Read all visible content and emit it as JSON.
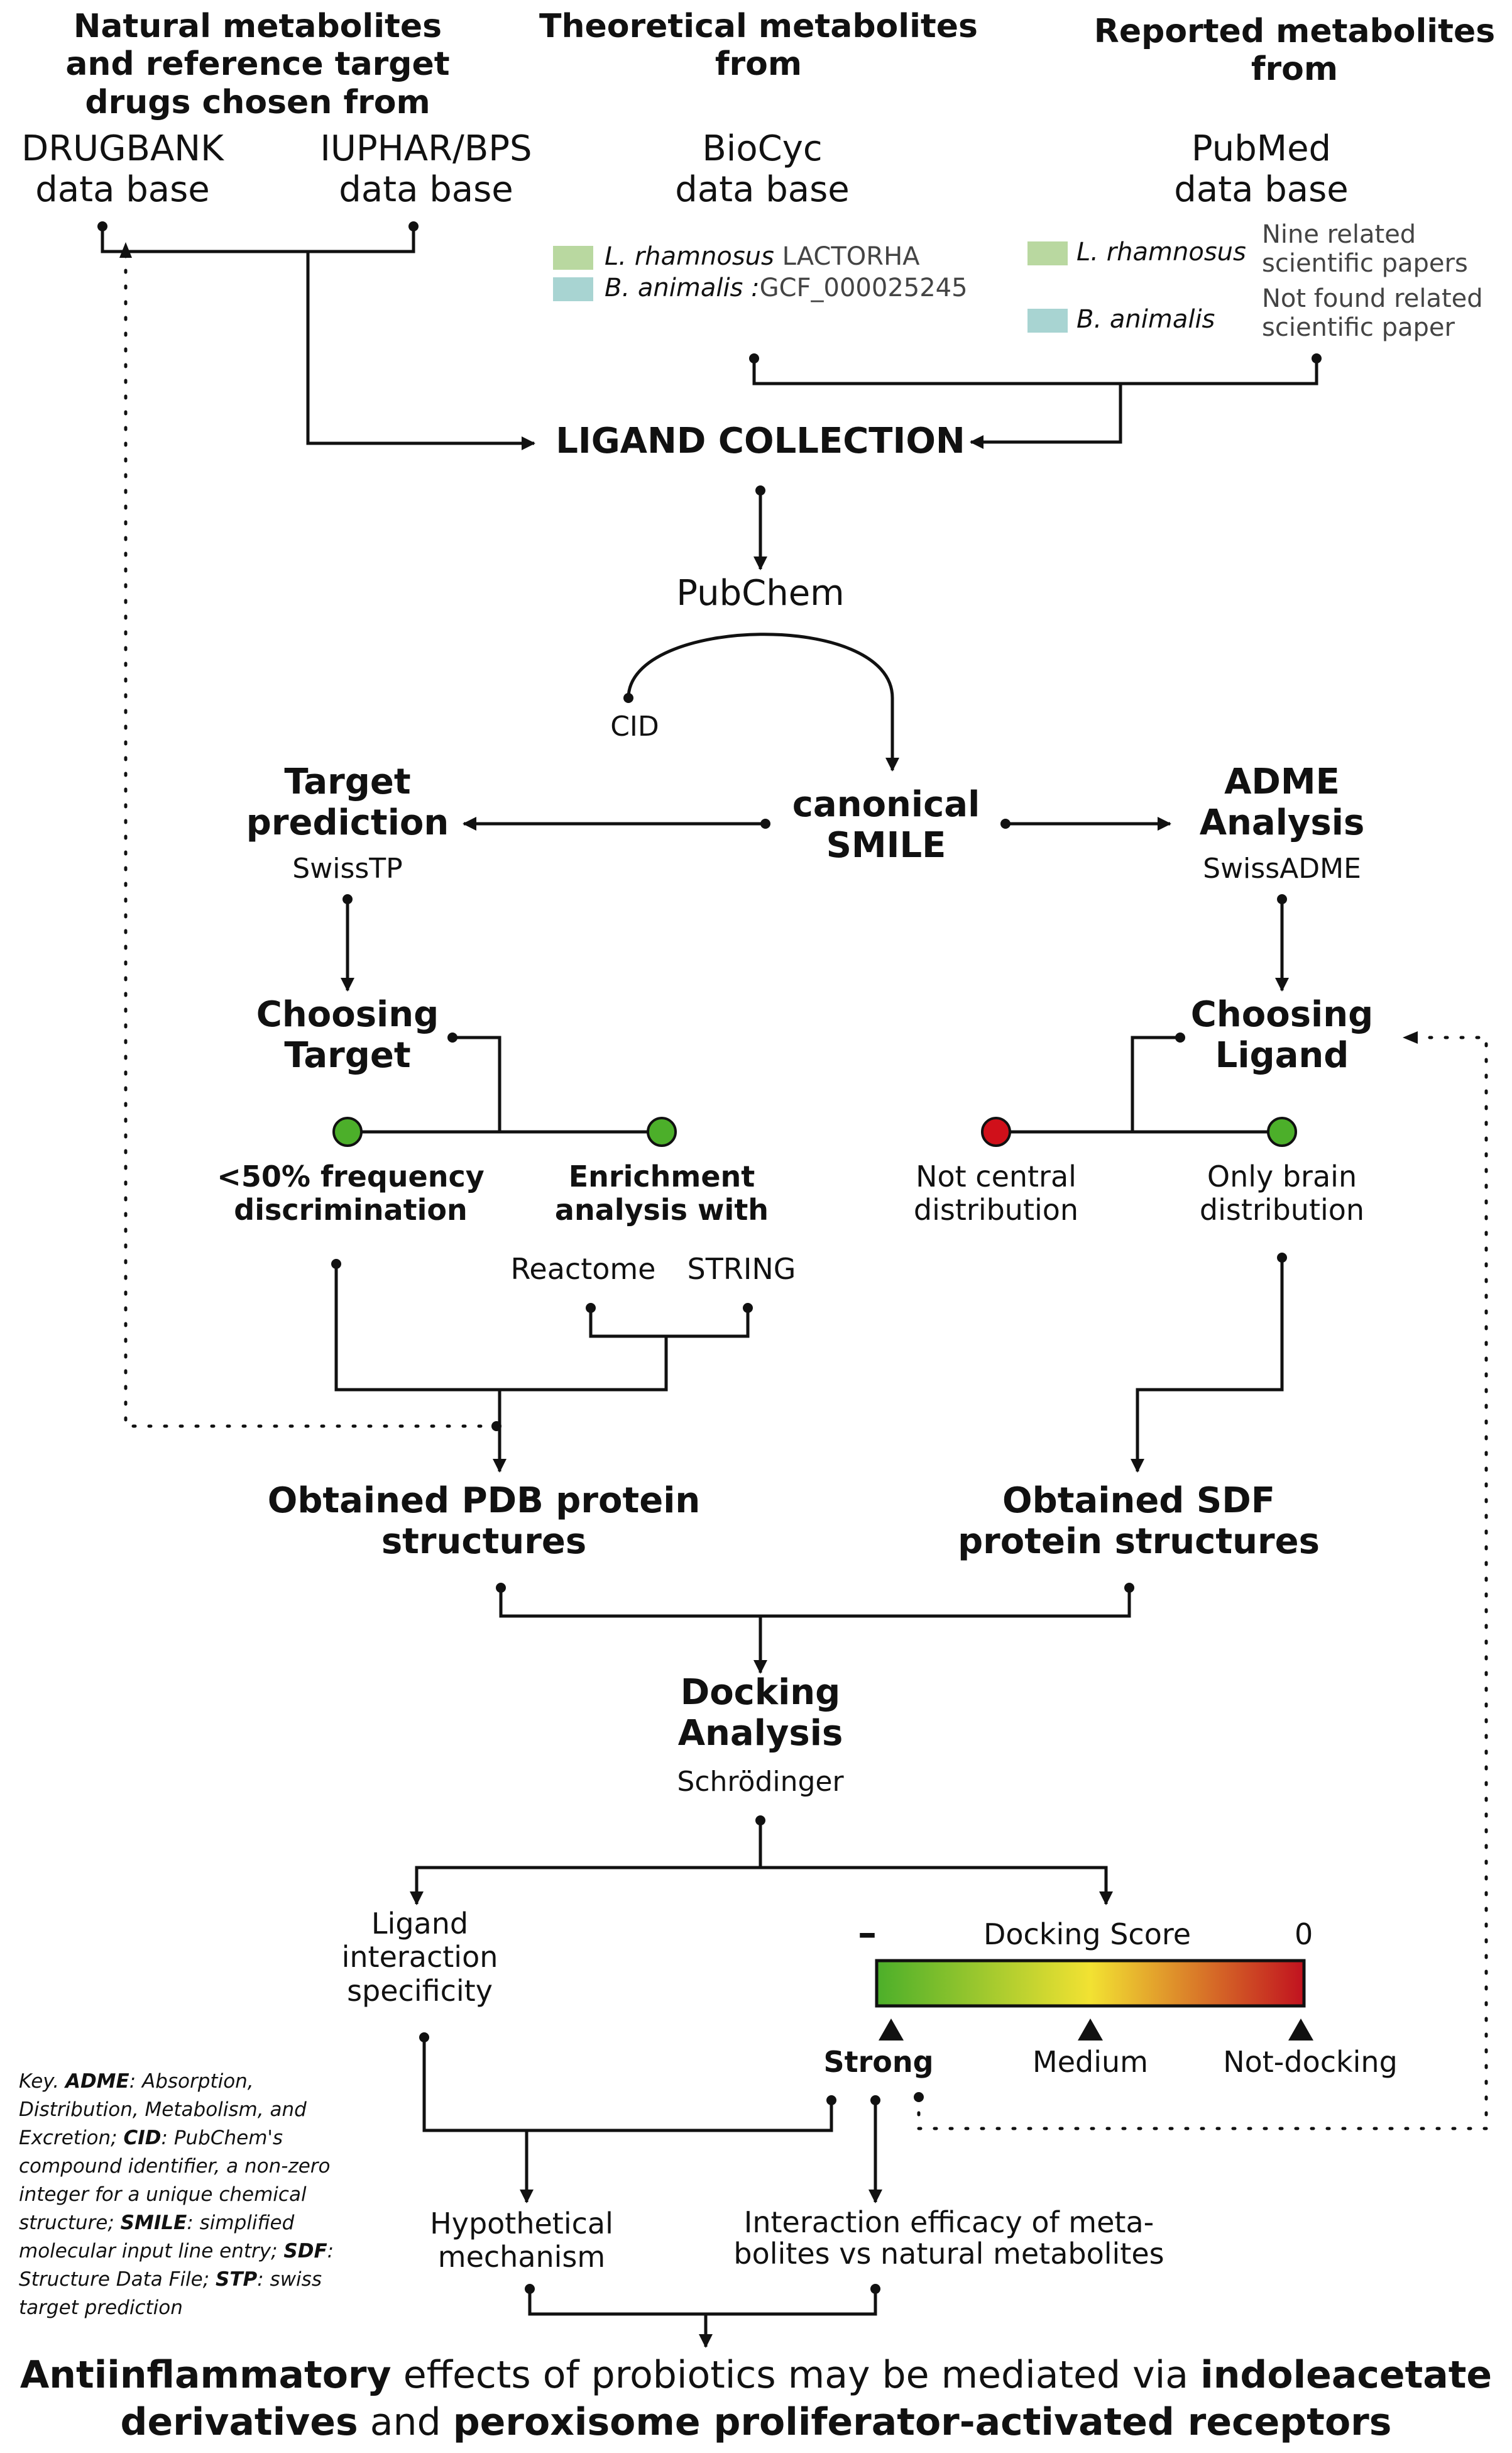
{
  "sources": {
    "natural": {
      "heading_lines": [
        "Natural metabolites",
        "and reference target",
        "drugs chosen from"
      ],
      "db1_lines": [
        "DRUGBANK",
        "data base"
      ],
      "db2_lines": [
        "IUPHAR/BPS",
        "data base"
      ]
    },
    "theoretical": {
      "heading_lines": [
        "Theoretical metabolites",
        "from"
      ],
      "db_lines": [
        "BioCyc",
        "data base"
      ],
      "legend": [
        {
          "species": "L. rhamnosus",
          "detail": "LACTORHA",
          "color": "#b9d8a0"
        },
        {
          "species": "B. animalis :",
          "detail": "GCF_000025245",
          "color": "#a8d4d2"
        }
      ]
    },
    "reported": {
      "heading_lines": [
        "Reported metabolites",
        "from"
      ],
      "db_lines": [
        "PubMed",
        "data base"
      ],
      "legend": [
        {
          "species": "L. rhamnosus",
          "detail_lines": [
            "Nine related",
            "scientific papers"
          ],
          "color": "#b9d8a0"
        },
        {
          "species": "B. animalis",
          "detail_lines": [
            "Not found related",
            "scientific paper"
          ],
          "color": "#a8d4d2"
        }
      ]
    }
  },
  "ligand_collection": "LIGAND COLLECTION",
  "pubchem": "PubChem",
  "cid": "CID",
  "canonical_smile_lines": [
    "canonical",
    "SMILE"
  ],
  "target_prediction": {
    "title_lines": [
      "Target",
      "prediction"
    ],
    "tool": "SwissTP"
  },
  "adme": {
    "title_lines": [
      "ADME",
      "Analysis"
    ],
    "tool": "SwissADME"
  },
  "choosing_target": {
    "title_lines": [
      "Choosing",
      "Target"
    ],
    "left_lines": [
      "<50% frequency",
      "discrimination"
    ],
    "right_lines": [
      "Enrichment",
      "analysis with"
    ],
    "tools": [
      "Reactome",
      "STRING"
    ]
  },
  "choosing_ligand": {
    "title_lines": [
      "Choosing",
      "Ligand"
    ],
    "left_lines": [
      "Not central",
      "distribution"
    ],
    "right_lines": [
      "Only brain",
      "distribution"
    ]
  },
  "pdb_lines": [
    "Obtained PDB protein",
    "structures"
  ],
  "sdf_lines": [
    "Obtained SDF",
    "protein structures"
  ],
  "docking": {
    "title_lines": [
      "Docking",
      "Analysis"
    ],
    "tool": "Schrödinger"
  },
  "ligand_specificity_lines": [
    "Ligand",
    "interaction",
    "specificity"
  ],
  "docking_score": {
    "minus": "–",
    "label": "Docking Score",
    "zero": "0",
    "levels": [
      "Strong",
      "Medium",
      "Not-docking"
    ],
    "gradient_colors": [
      "#4caf2a",
      "#f2e232",
      "#c1121f"
    ]
  },
  "hypothetical_lines": [
    "Hypothetical",
    "mechanism"
  ],
  "interaction_lines": [
    "Interaction efficacy of meta-",
    "bolites vs natural metabolites"
  ],
  "node_colors": {
    "green": "#4caf2a",
    "red": "#d0101a"
  },
  "key": [
    {
      "term": "ADME",
      "def": ": Absorption, Distribution, Metabolism, and Excretion; "
    },
    {
      "term": "CID",
      "def": ": PubChem's compound identifier, a non-zero integer for a unique chemical structure; "
    },
    {
      "term": "SMILE",
      "def": ": simplified molecular input line entry; "
    },
    {
      "term": "SDF",
      "def": ": Structure Data File; "
    },
    {
      "term": "STP",
      "def": ": swiss target prediction"
    }
  ],
  "key_prefix": "Key. ",
  "final": {
    "line1": [
      {
        "text": "Antiinflammatory",
        "bold": true
      },
      {
        "text": " effects of probiotics may be mediated via ",
        "bold": false
      },
      {
        "text": "indoleacetate",
        "bold": true
      }
    ],
    "line2": [
      {
        "text": "derivatives",
        "bold": true
      },
      {
        "text": " and ",
        "bold": false
      },
      {
        "text": "peroxisome proliferator-activated receptors",
        "bold": true
      }
    ]
  }
}
